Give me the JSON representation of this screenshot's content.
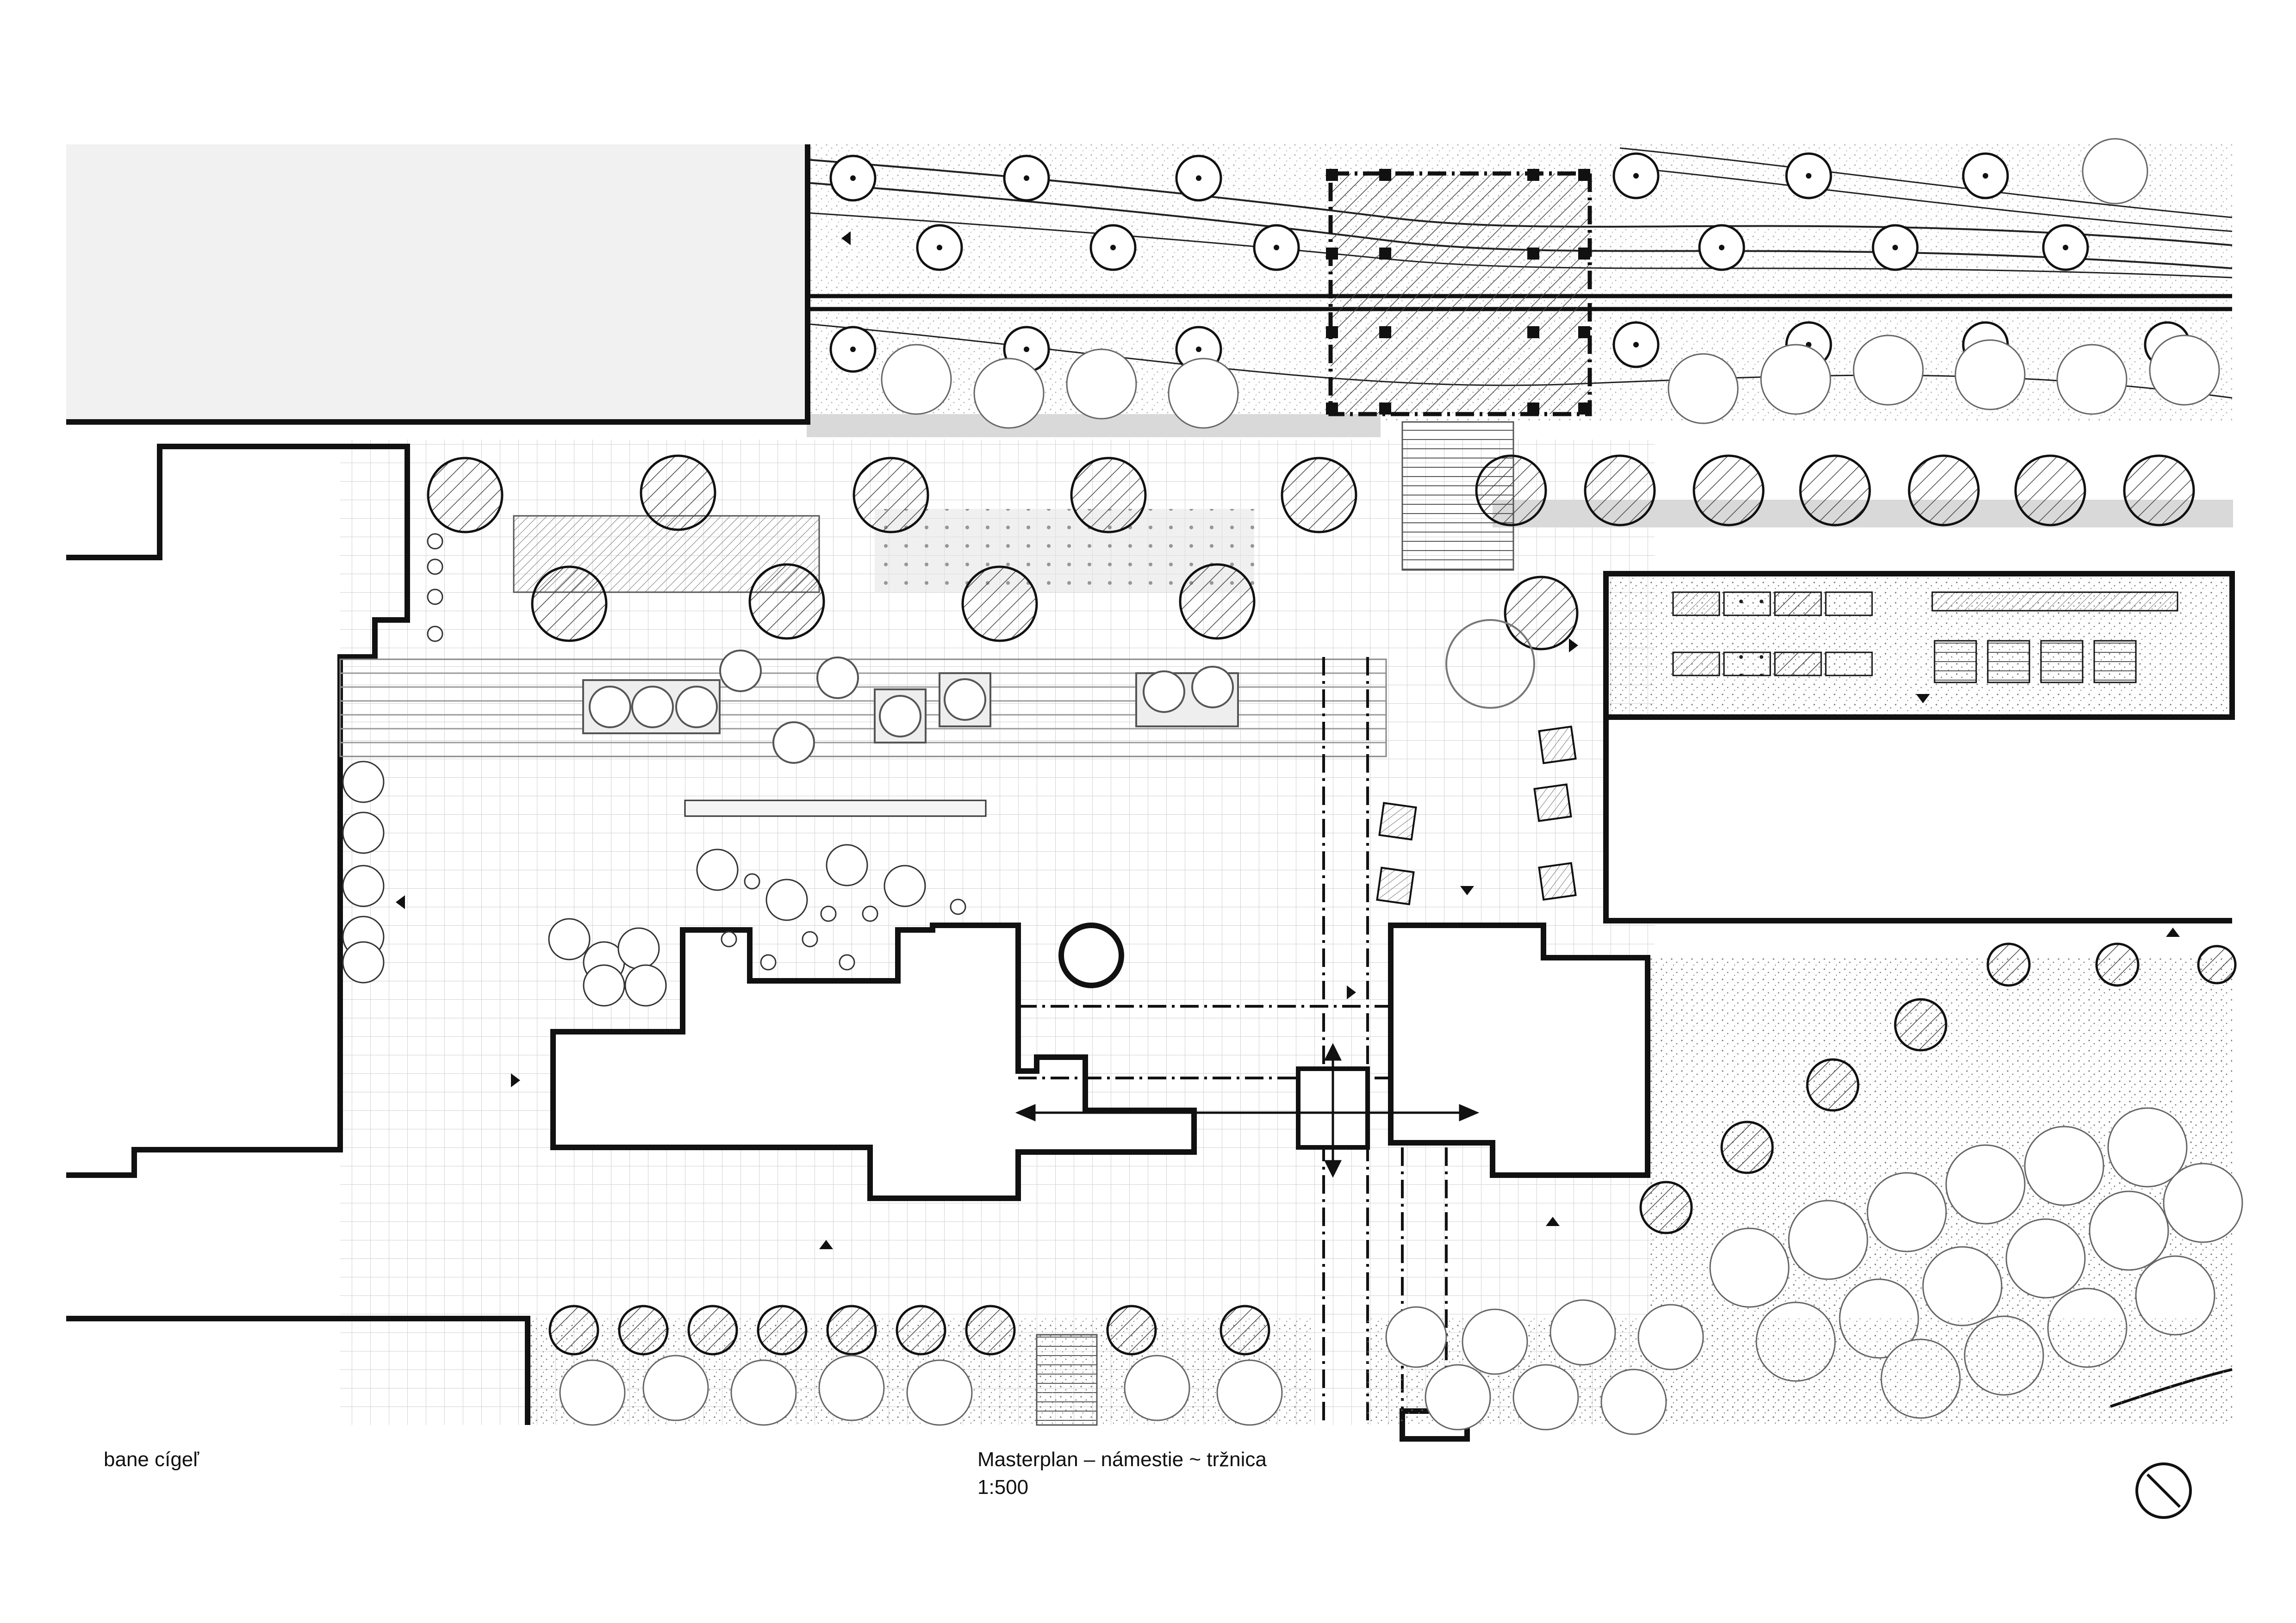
{
  "caption": {
    "author": "bane cígeľ",
    "title": "Masterplan – námestie ~ tržnica",
    "scale": "1:500"
  },
  "colors": {
    "ink": "#111111",
    "grid": "#cfcfcf",
    "hatch": "#555555",
    "paving": "#d9d9d9",
    "background": "#ffffff"
  },
  "icons": {
    "north_arrow": "north-arrow-icon",
    "entrance_marker": "triangle-marker-icon",
    "tree": "tree-canopy-icon",
    "table": "cafe-table-icon"
  }
}
